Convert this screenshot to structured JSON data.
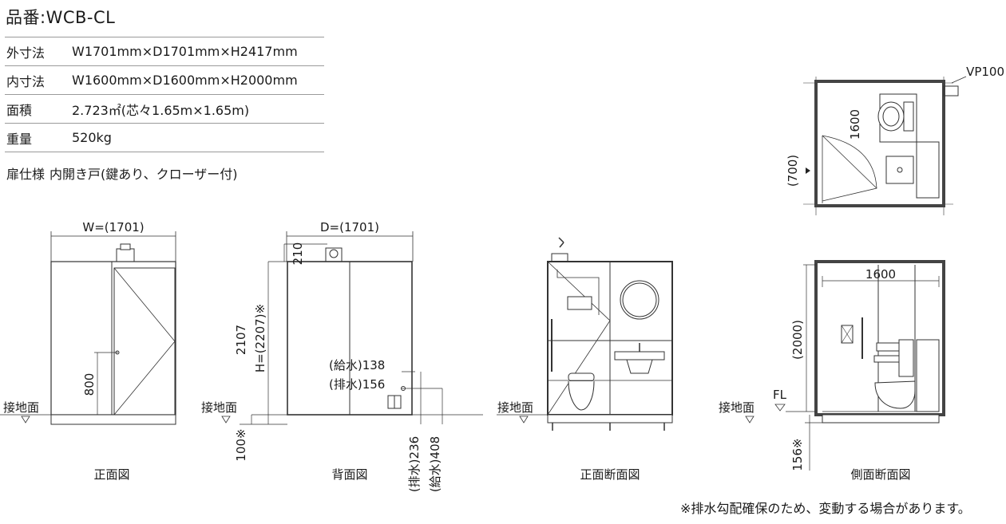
{
  "model": {
    "label": "品番:WCB-CL"
  },
  "specs": [
    {
      "key": "外寸法",
      "value": "W1701mm×D1701mm×H2417mm"
    },
    {
      "key": "内寸法",
      "value": "W1600mm×D1600mm×H2000mm"
    },
    {
      "key": "面積",
      "value": "2.723㎡(芯々1.65m×1.65m)"
    },
    {
      "key": "重量",
      "value": "520kg"
    }
  ],
  "door": {
    "key": "扉仕様",
    "value": "内開き戸(鍵あり、クローザー付)"
  },
  "views": {
    "front": {
      "caption": "正面図",
      "width_dim": "W=(1701)",
      "door_dim": "800",
      "ground": "接地面"
    },
    "back": {
      "caption": "背面図",
      "depth_dim": "D=(1701)",
      "top_dim": "210",
      "body_dim": "2107",
      "total_dim": "H=(2207)※",
      "supply_dim": "(給水)138",
      "drain_dim": "(排水)156",
      "base_dim": "100※",
      "drain_v": "(排水)236",
      "supply_v": "(給水)408",
      "ground": "接地面"
    },
    "front_section": {
      "caption": "正面断面図",
      "ground": "接地面"
    },
    "side_section": {
      "caption": "側面断面図",
      "inner_w": "1600",
      "inner_h": "(2000)",
      "fl": "FL",
      "base_dim": "156※",
      "ground": "接地面"
    },
    "plan": {
      "vent": "VP100",
      "inner": "1600",
      "door_w": "(700)"
    }
  },
  "note": "※排水勾配確保のため、変動する場合があります。"
}
